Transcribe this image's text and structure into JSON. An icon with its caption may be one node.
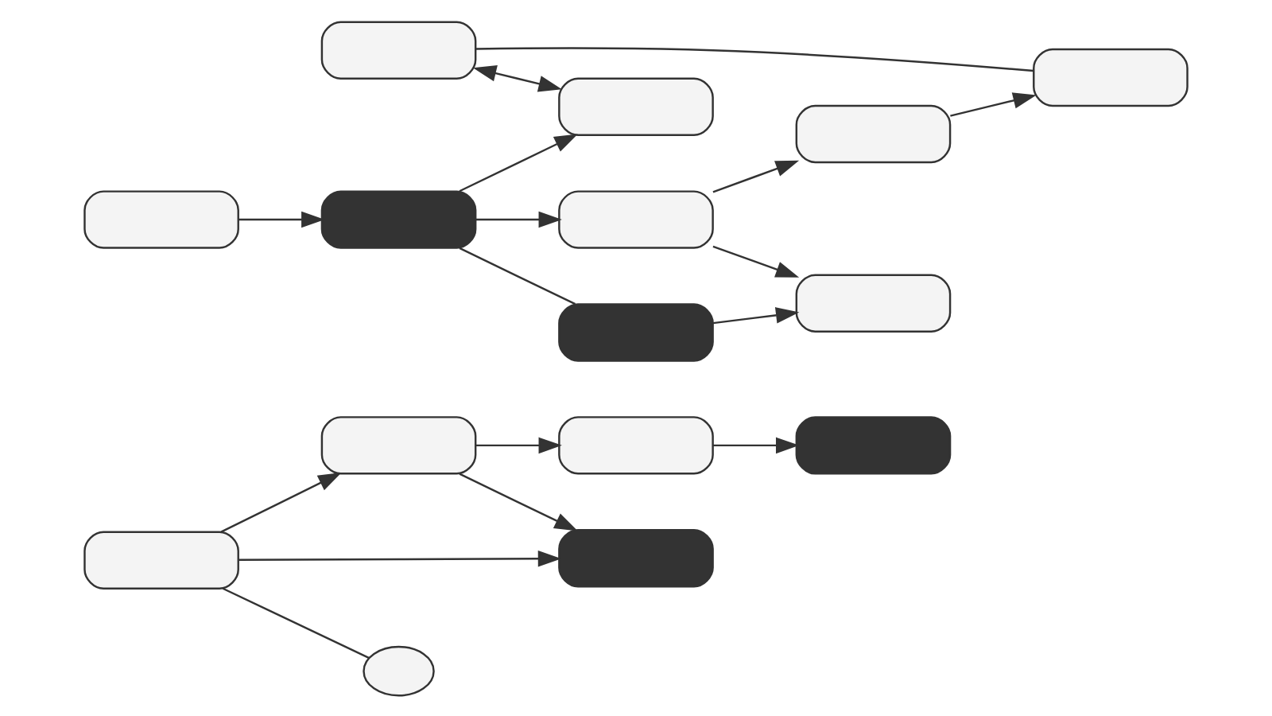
{
  "diagram": {
    "nodes": [
      {
        "text": [],
        "shape": "box"
      },
      {
        "text": [],
        "shape": "box"
      },
      {
        "text": [],
        "shape": "box"
      },
      {
        "text": [],
        "shape": "box"
      },
      {
        "text": [],
        "shape": "box"
      },
      {
        "text": [],
        "shape": "circle"
      },
      {
        "text": [],
        "shape": "box"
      },
      {
        "text": [],
        "shape": "box"
      },
      {
        "text": [],
        "shape": "box"
      },
      {
        "text": [],
        "shape": "box"
      },
      {
        "text": [],
        "shape": "box"
      },
      {
        "text": [],
        "shape": "box"
      },
      {
        "text": [],
        "shape": "box"
      },
      {
        "text": [],
        "shape": "box"
      },
      {
        "text": [],
        "shape": "box"
      }
    ],
    "edges": [
      {
        "from": 0,
        "to": 1,
        "arrow": "to"
      },
      {
        "from": 4,
        "to": 0,
        "arrow": "to"
      },
      {
        "from": 0,
        "to": 2,
        "arrow": "to"
      },
      {
        "from": 1,
        "to": 3,
        "arrow": "to"
      },
      {
        "from": 4,
        "to": 5,
        "arrow": "none"
      },
      {
        "from": 4,
        "to": 2,
        "arrow": "to"
      },
      {
        "from": 7,
        "to": 6,
        "arrow": "none"
      },
      {
        "from": 7,
        "to": 11,
        "arrow": "both"
      },
      {
        "from": 9,
        "to": 11,
        "arrow": "to"
      },
      {
        "from": 12,
        "to": 9,
        "arrow": "to"
      },
      {
        "from": 9,
        "to": 10,
        "arrow": "to"
      },
      {
        "from": 10,
        "to": 8,
        "arrow": "to"
      },
      {
        "from": 8,
        "to": 6,
        "arrow": "to"
      },
      {
        "from": 10,
        "to": 14,
        "arrow": "to"
      },
      {
        "from": 13,
        "to": 14,
        "arrow": "to"
      },
      {
        "from": 9,
        "to": 13,
        "arrow": "none"
      }
    ]
  }
}
